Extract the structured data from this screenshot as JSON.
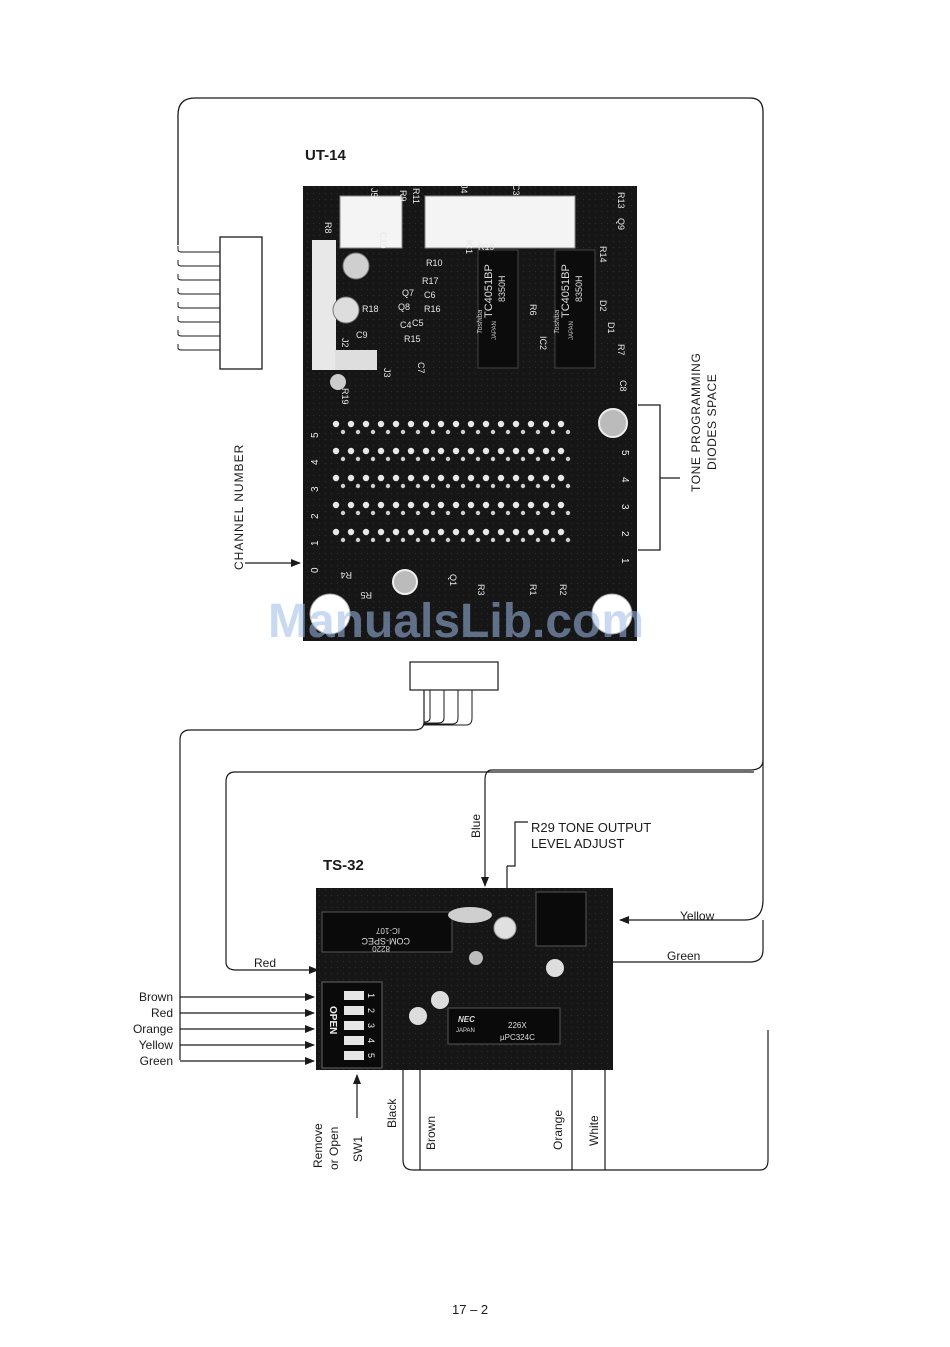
{
  "ut14": {
    "title": "UT-14",
    "channel_label": "CHANNEL NUMBER",
    "tone_label_line1": "TONE PROGRAMMING",
    "tone_label_line2": "DIODES SPACE",
    "rows_left": [
      "5",
      "4",
      "3",
      "2",
      "1",
      "0"
    ],
    "rows_right": [
      "5",
      "4",
      "3",
      "2",
      "1"
    ],
    "ic1_text": "TC4051BP",
    "ic1_sub": "8350H",
    "ic1_brand": "Toshiba",
    "ic1_origin": "JAPAN",
    "ic2_text": "TC4051BP",
    "ic2_sub": "8350H",
    "ic2_brand": "Toshiba",
    "ic2_origin": "JAPAN",
    "refs": {
      "r8": "R8",
      "j5": "J5",
      "r9": "R9",
      "r11": "R11",
      "j4": "J4",
      "c3": "C3",
      "r13": "R13",
      "q9": "Q9",
      "c10": "C10",
      "ic1": "IC1",
      "r19": "R19",
      "r10": "R10",
      "r14": "R14",
      "r17": "R17",
      "c6": "C6",
      "r16": "R16",
      "q8": "Q8",
      "q7": "Q7",
      "r18": "R18",
      "c5": "C5",
      "c4": "C4",
      "r15": "R15",
      "r6": "R6",
      "ic2": "IC2",
      "d2": "D2",
      "d1": "D1",
      "r7": "R7",
      "c9": "C9",
      "j2": "J2",
      "j3": "J3",
      "c7": "C7",
      "c8": "C8",
      "r19b": "R19",
      "r4": "R4",
      "r5": "R5",
      "r3": "R3",
      "r1": "R1",
      "r2": "R2",
      "q1": "Q1"
    }
  },
  "ts32": {
    "title": "TS-32",
    "r29_line1": "R29 TONE OUTPUT",
    "r29_line2": "LEVEL ADJUST",
    "wire_blue": "Blue",
    "wire_red_top": "Red",
    "wire_yellow": "Yellow",
    "wire_green": "Green",
    "left_wires": [
      "Brown",
      "Red",
      "Orange",
      "Yellow",
      "Green"
    ],
    "remove_line1": "Remove",
    "remove_line2": "or Open",
    "sw1": "SW1",
    "wire_black": "Black",
    "wire_brown": "Brown",
    "wire_orange": "Orange",
    "wire_white": "White",
    "open_label": "OPEN",
    "switch_numbers": [
      "1",
      "2",
      "3",
      "4",
      "5"
    ],
    "chip1_line1": "COM-SPEC",
    "chip1_line2": "IC-107",
    "chip1_line3": "8220",
    "nec_brand": "NEC",
    "nec_origin": "JAPAN",
    "nec_part": "µPC324C",
    "nec_code": "226X"
  },
  "page_number": "17 – 2",
  "watermark": "ManualsLib.com"
}
